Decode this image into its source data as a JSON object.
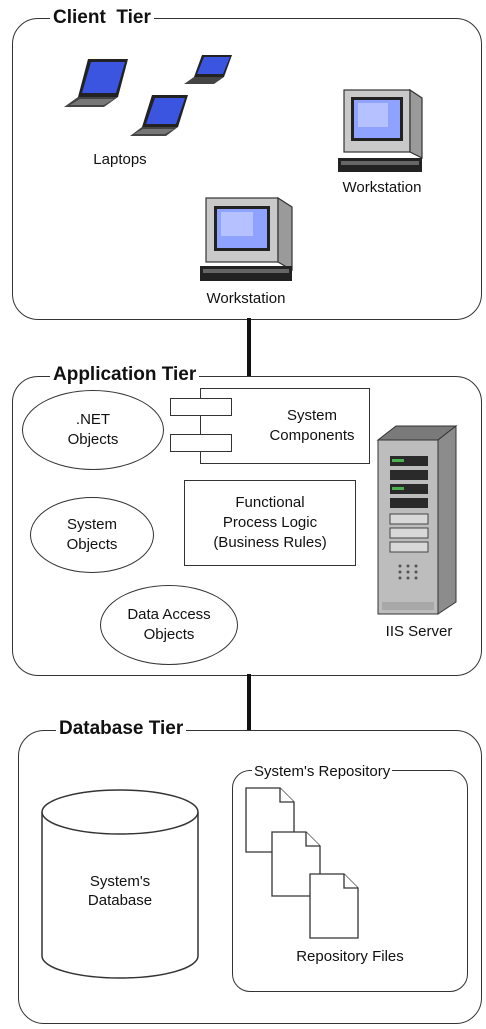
{
  "client_tier": {
    "title": "Client  Tier",
    "laptops_label": "Laptops",
    "workstation_label_1": "Workstation",
    "workstation_label_2": "Workstation"
  },
  "application_tier": {
    "title": "Application Tier",
    "net_objects": ".NET\nObjects",
    "system_objects": "System\nObjects",
    "data_access_objects": "Data Access\nObjects",
    "system_components": "System\nComponents",
    "functional_logic": "Functional\nProcess Logic\n(Business Rules)",
    "server_label": "IIS Server"
  },
  "database_tier": {
    "title": "Database Tier",
    "database_label": "System's\nDatabase",
    "repository_title": "System's Repository",
    "repository_files_label": "Repository Files"
  },
  "colors": {
    "screen_blue": "#3c55e0",
    "screen_glow": "#b8c6ff",
    "device_gray": "#b9b9b9",
    "device_dark": "#555555"
  }
}
